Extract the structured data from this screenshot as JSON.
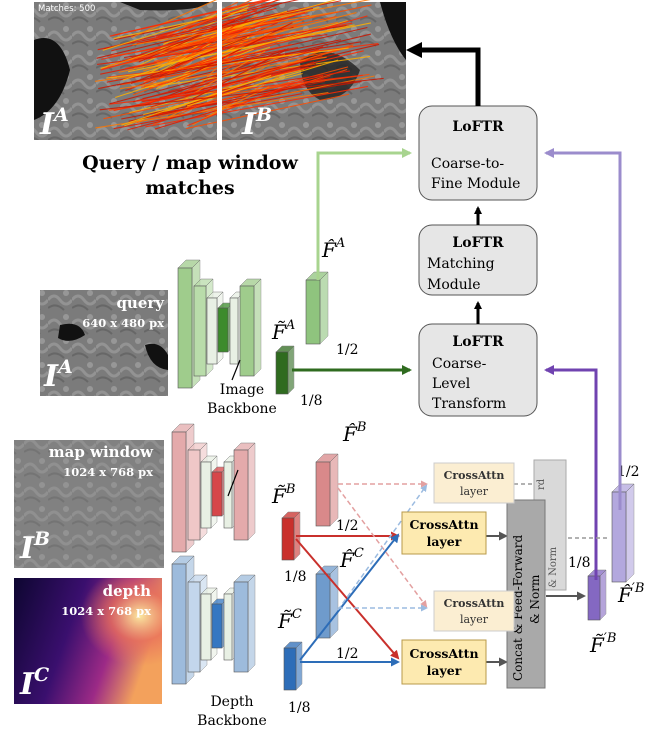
{
  "matches_panel": {
    "counter": "Matches: 500",
    "label_a": "I",
    "label_a_sup": "A",
    "label_b": "I",
    "label_b_sup": "B",
    "caption_line1": "Query / map window",
    "caption_line2": "matches"
  },
  "inputs": {
    "query": {
      "title": "query",
      "size": "640 x 480 px",
      "label": "I",
      "sup": "A"
    },
    "map": {
      "title": "map window",
      "size": "1024 x 768 px",
      "label": "I",
      "sup": "B"
    },
    "depth": {
      "title": "depth",
      "size": "1024 x 768 px",
      "label": "I",
      "sup": "C"
    }
  },
  "backbones": {
    "image": "Image\nBackbone",
    "image_line1": "Image",
    "image_line2": "Backbone",
    "depth_line1": "Depth",
    "depth_line2": "Backbone"
  },
  "features": {
    "fa_coarse": "F̃",
    "fa_coarse_sup": "A",
    "fa_fine": "F̂",
    "fa_fine_sup": "A",
    "fb_coarse": "F̃",
    "fb_coarse_sup": "B",
    "fb_fine": "F̂",
    "fb_fine_sup": "B",
    "fc_coarse": "F̃",
    "fc_coarse_sup": "C",
    "fc_fine": "F̂",
    "fc_fine_sup": "C",
    "fpb_coarse": "F̃",
    "fpb_coarse_sup": "′B",
    "fpb_fine": "F̂",
    "fpb_fine_sup": "′B",
    "scale_half": "1/2",
    "scale_eighth": "1/8"
  },
  "loftr": {
    "coarse_to_fine": {
      "title": "LoFTR",
      "line1": "Coarse-to-",
      "line2": "Fine Module"
    },
    "matching": {
      "title": "LoFTR",
      "line1": "Matching",
      "line2": "Module"
    },
    "transform": {
      "title": "LoFTR",
      "line1": "Coarse-",
      "line2": "Level",
      "line3": "Transform"
    }
  },
  "fusion": {
    "crossattn_line1": "CrossAttn",
    "crossattn_line2": "layer",
    "concat_line1": "Concat & Feed-Forward",
    "concat_line2": "& Norm",
    "back_fragment_1": "rd",
    "back_fragment_2": "& Norm"
  },
  "colors": {
    "green": "#8fc47e",
    "green_dark": "#2f6b1f",
    "red": "#d9898a",
    "red_dark": "#c9302c",
    "blue": "#6f9bcc",
    "blue_dark": "#2d6db8",
    "purple": "#9b8ccc",
    "purple_dark": "#7043b0",
    "loftr_box": "#e6e6e6",
    "crossattn_box": "#fdeab0"
  }
}
